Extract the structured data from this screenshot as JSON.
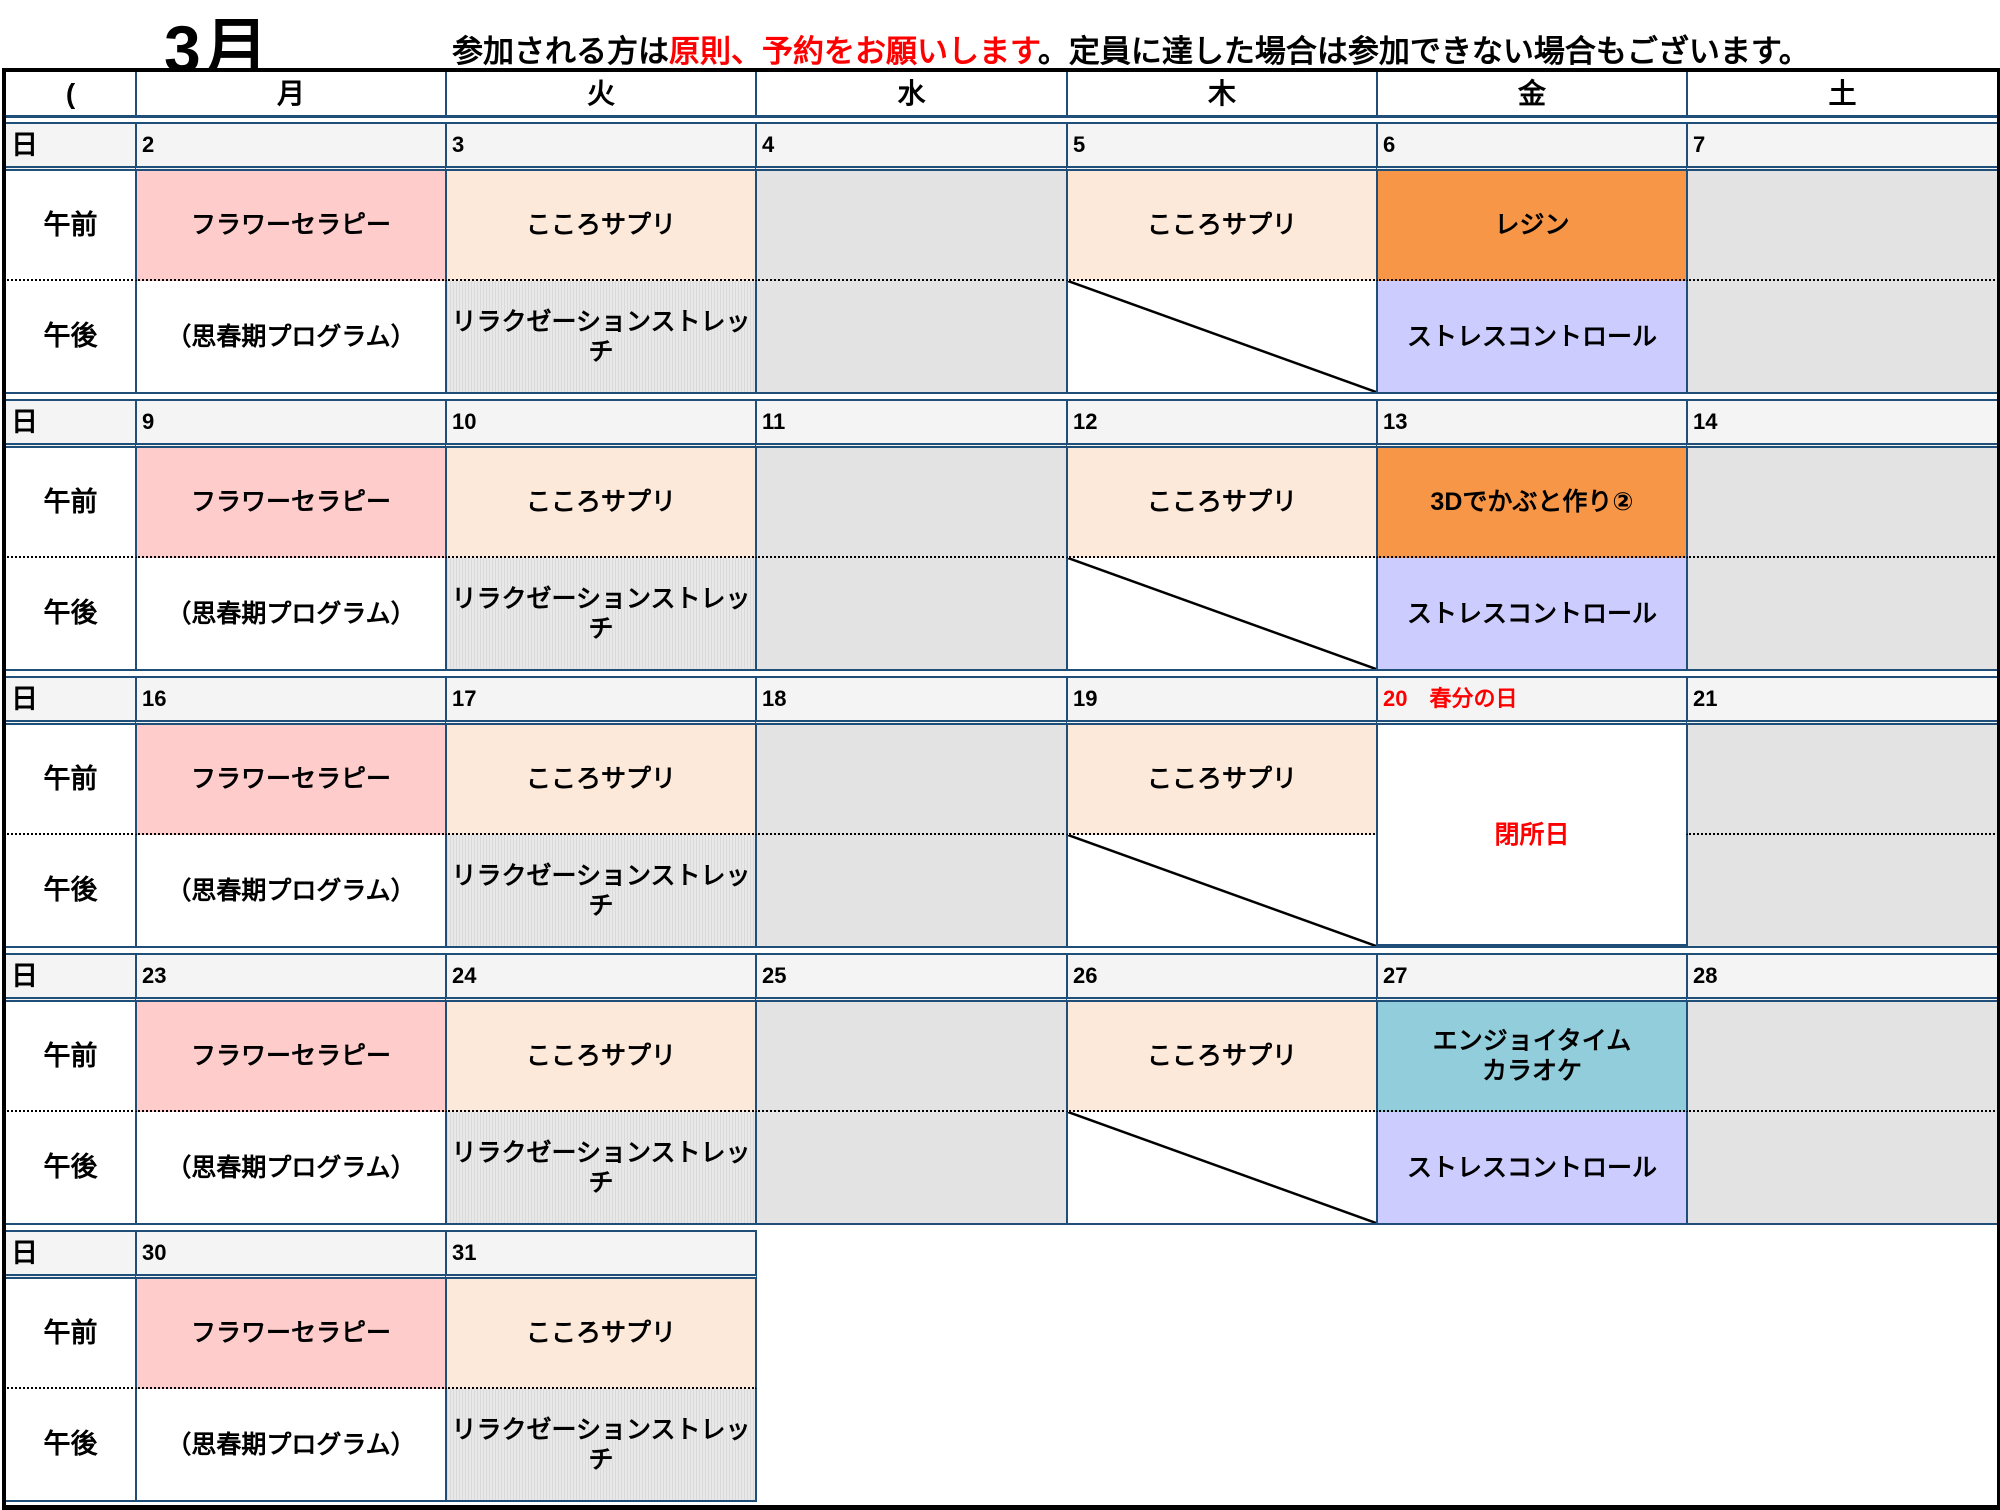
{
  "title": "3月",
  "notice": {
    "part1": "参加される方は",
    "part2": "原則、予約をお願いします",
    "part3": "。定員に達した場合は参加できない場合もございます。"
  },
  "colors": {
    "border": "#1f4e79",
    "flower": "#ffcccc",
    "kokoro": "#fde9d9",
    "gray": "#e3e3e3",
    "orange": "#f79646",
    "lavender": "#ccccff",
    "blue": "#92cddc",
    "red": "#ff0000"
  },
  "header": {
    "corner": "(",
    "days": [
      "月",
      "火",
      "水",
      "木",
      "金",
      "土"
    ]
  },
  "labels": {
    "date": "日",
    "am": "午前",
    "pm": "午後"
  },
  "weeks": [
    {
      "days": [
        {
          "date": "2",
          "am": "フラワーセラピー",
          "am_style": "flower",
          "pm": "（思春期プログラム）",
          "pm_style": "white"
        },
        {
          "date": "3",
          "am": "こころサプリ",
          "am_style": "kokoro",
          "pm": "リラクゼーションストレッチ",
          "pm_style": "stretch"
        },
        {
          "date": "4",
          "am": "",
          "am_style": "gray",
          "pm": "",
          "pm_style": "gray"
        },
        {
          "date": "5",
          "am": "こころサプリ",
          "am_style": "kokoro",
          "pm": "",
          "pm_style": "diag"
        },
        {
          "date": "6",
          "am": "レジン",
          "am_style": "orange",
          "pm": "ストレスコントロール",
          "pm_style": "lav"
        },
        {
          "date": "7",
          "am": "",
          "am_style": "gray",
          "pm": "",
          "pm_style": "gray"
        }
      ]
    },
    {
      "days": [
        {
          "date": "9",
          "am": "フラワーセラピー",
          "am_style": "flower",
          "pm": "（思春期プログラム）",
          "pm_style": "white"
        },
        {
          "date": "10",
          "am": "こころサプリ",
          "am_style": "kokoro",
          "pm": "リラクゼーションストレッチ",
          "pm_style": "stretch"
        },
        {
          "date": "11",
          "am": "",
          "am_style": "gray",
          "pm": "",
          "pm_style": "gray"
        },
        {
          "date": "12",
          "am": "こころサプリ",
          "am_style": "kokoro",
          "pm": "",
          "pm_style": "diag"
        },
        {
          "date": "13",
          "am": "3Dでかぶと作り②",
          "am_style": "orange",
          "pm": "ストレスコントロール",
          "pm_style": "lav"
        },
        {
          "date": "14",
          "am": "",
          "am_style": "gray",
          "pm": "",
          "pm_style": "gray"
        }
      ]
    },
    {
      "days": [
        {
          "date": "16",
          "am": "フラワーセラピー",
          "am_style": "flower",
          "pm": "（思春期プログラム）",
          "pm_style": "white"
        },
        {
          "date": "17",
          "am": "こころサプリ",
          "am_style": "kokoro",
          "pm": "リラクゼーションストレッチ",
          "pm_style": "stretch"
        },
        {
          "date": "18",
          "am": "",
          "am_style": "gray",
          "pm": "",
          "pm_style": "gray"
        },
        {
          "date": "19",
          "am": "こころサプリ",
          "am_style": "kokoro",
          "pm": "",
          "pm_style": "diag"
        },
        {
          "date": "20　春分の日",
          "holiday": true,
          "closed": "閉所日"
        },
        {
          "date": "21",
          "am": "",
          "am_style": "gray",
          "pm": "",
          "pm_style": "gray"
        }
      ]
    },
    {
      "days": [
        {
          "date": "23",
          "am": "フラワーセラピー",
          "am_style": "flower",
          "pm": "（思春期プログラム）",
          "pm_style": "white"
        },
        {
          "date": "24",
          "am": "こころサプリ",
          "am_style": "kokoro",
          "pm": "リラクゼーションストレッチ",
          "pm_style": "stretch"
        },
        {
          "date": "25",
          "am": "",
          "am_style": "gray",
          "pm": "",
          "pm_style": "gray"
        },
        {
          "date": "26",
          "am": "こころサプリ",
          "am_style": "kokoro",
          "pm": "",
          "pm_style": "diag"
        },
        {
          "date": "27",
          "am": "エンジョイタイム\nカラオケ",
          "am_style": "blue",
          "pm": "ストレスコントロール",
          "pm_style": "lav"
        },
        {
          "date": "28",
          "am": "",
          "am_style": "gray",
          "pm": "",
          "pm_style": "gray"
        }
      ]
    },
    {
      "days": [
        {
          "date": "30",
          "am": "フラワーセラピー",
          "am_style": "flower",
          "pm": "（思春期プログラム）",
          "pm_style": "white"
        },
        {
          "date": "31",
          "am": "こころサプリ",
          "am_style": "kokoro",
          "pm": "リラクゼーションストレッチ",
          "pm_style": "stretch"
        }
      ]
    }
  ]
}
